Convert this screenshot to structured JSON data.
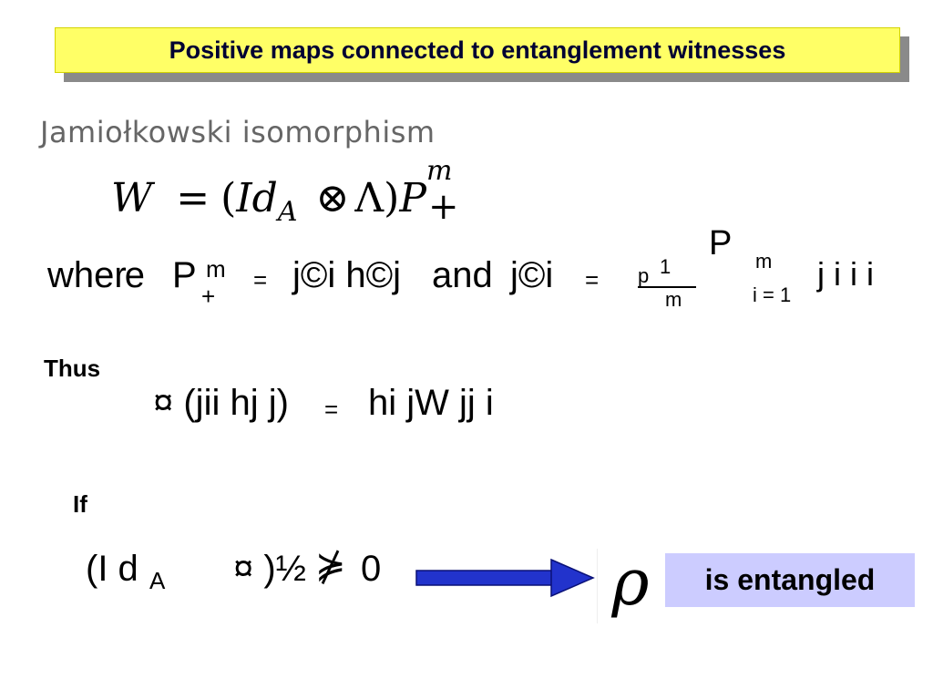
{
  "title": "Positive maps connected to entanglement witnesses",
  "subtitle": "Jamiołkowski isomorphism",
  "equation": {
    "lhs": "W",
    "eq": "=",
    "open": "(",
    "id": "Id",
    "id_sub": "A",
    "otimes": "⊗",
    "lambda": "Λ",
    "close": ")",
    "p": "P",
    "p_sup": "m",
    "p_sub": "+"
  },
  "where_line": {
    "where": "wher",
    "e": "e",
    "p": "P",
    "p_sup": "m",
    "p_sub": "+",
    "eq1": "=",
    "part1": "j©i h©j",
    "and": "and",
    "part2": "j©i",
    "eq2": "=",
    "frac_num": "1",
    "frac_p": "p",
    "frac_den": "m",
    "sum": "P",
    "sum_sup": "m",
    "sum_sub": "i = 1",
    "tail": "j i i i"
  },
  "thus_label": "Thus",
  "thus_eq": {
    "lhs": "¤ (jii hj j)",
    "eq": "=",
    "rhs": "hi jW jj i"
  },
  "if_label": "If",
  "if_eq": {
    "open": "(I d",
    "sub": "A",
    "mid": "¤ )½",
    "neq": "⋡",
    "zero": "0"
  },
  "rho": "ρ",
  "is_entangled": "is entangled",
  "colors": {
    "title_bg": "#ffff66",
    "title_shadow": "#8a8a8a",
    "arrow": "#2233cc",
    "entangled_bg": "#ccccff",
    "subtitle": "#666666"
  }
}
